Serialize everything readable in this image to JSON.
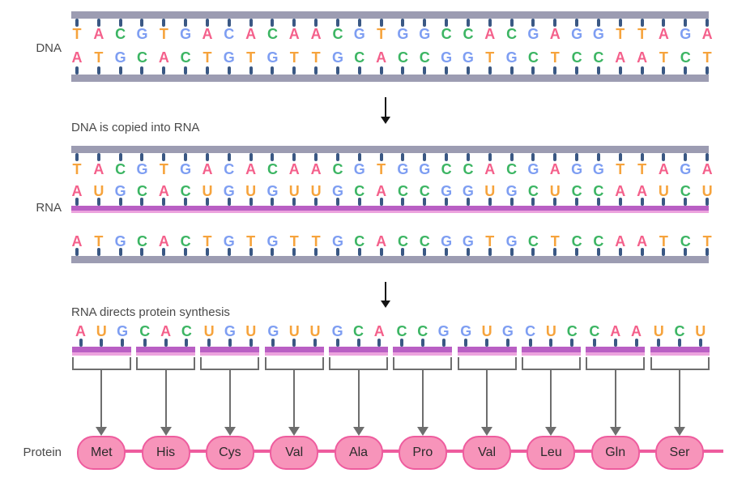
{
  "palette": {
    "base_colors": {
      "A": "#F4608B",
      "T": "#F6A33C",
      "G": "#7E9EF2",
      "C": "#3CB563",
      "U": "#F6A33C"
    },
    "backbone_gray": "#9C9CB2",
    "tick_color": "#3A5884",
    "backbone_magenta": "#B95FC4",
    "backbone_magenta_edge": "#ECA3DE",
    "bracket_gray": "#6E6E6E",
    "arrow_black": "#141414",
    "oval_fill": "#F794BA",
    "oval_border": "#EE5C9E",
    "chain_color": "#EE5C9E",
    "label_color": "#4A4A4A"
  },
  "dna_section": {
    "label": "DNA",
    "strand1": "TACGTGACACAACGTGGCCACGAGGTTAGA",
    "strand2": "ATGCACTGTGTTGCACCGGTGCTCCAATCT",
    "strand1_color_overrides": {
      "7": "#7E9EF2"
    }
  },
  "step1_caption": "DNA is copied into RNA",
  "rna_section": {
    "label": "RNA",
    "dna_top": "TACGTGACACAACGTGGCCACGAGGTTAGA",
    "dna_top_color_overrides": {
      "7": "#7E9EF2"
    },
    "rna": "AUGCACUGUGUUGCACCGGUGCUCCAAUCU",
    "dna_bottom": "ATGCACTGTGTTGCACCGGTGCTCCAATCT"
  },
  "step2_caption": "RNA directs protein synthesis",
  "translation_section": {
    "protein_label": "Protein",
    "codons": [
      {
        "rna": "AUG",
        "amino_acid": "Met"
      },
      {
        "rna": "CAC",
        "amino_acid": "His"
      },
      {
        "rna": "UGU",
        "amino_acid": "Cys"
      },
      {
        "rna": "GUU",
        "amino_acid": "Val"
      },
      {
        "rna": "GCA",
        "amino_acid": "Ala"
      },
      {
        "rna": "CCG",
        "amino_acid": "Pro"
      },
      {
        "rna": "GUG",
        "amino_acid": "Val"
      },
      {
        "rna": "CUC",
        "amino_acid": "Leu"
      },
      {
        "rna": "CAA",
        "amino_acid": "Gln"
      },
      {
        "rna": "UCU",
        "amino_acid": "Ser"
      }
    ],
    "codon_color_overrides": {
      "7.0": "#7E9EF2"
    }
  }
}
